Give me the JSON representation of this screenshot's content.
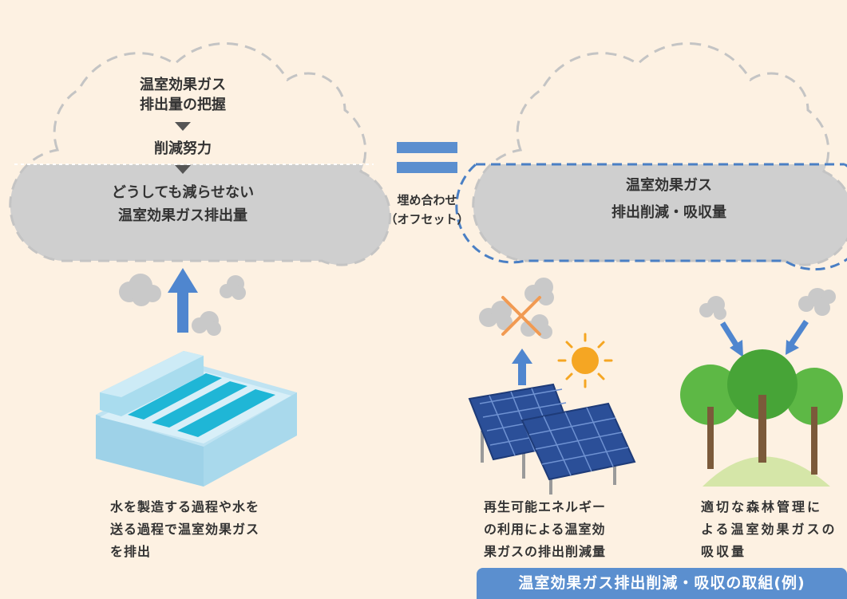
{
  "colors": {
    "background": "#fdf1e2",
    "cloud_fill": "#cfcfcf",
    "cloud_outline": "#c4c4c4",
    "dash_blue": "#4a7fc4",
    "arrow_blue": "#4f86cf",
    "smoke": "#c9c9c9",
    "water": "#1fb6d6",
    "plant": "#bfe3f2",
    "panel": "#2b4f98",
    "sun": "#f5a623",
    "cross": "#f19a52",
    "tree_green": "#5db845",
    "tree_dark": "#47a437",
    "trunk": "#7b5a3a",
    "hill": "#d5e6a8",
    "banner": "#5b8fcf"
  },
  "left_cloud": {
    "line1": "温室効果ガス",
    "line2": "排出量の把握",
    "step": "削減努力",
    "gray_line1": "どうしても減らせない",
    "gray_line2": "温室効果ガス排出量"
  },
  "equals": {
    "label_line1": "埋め合わせ",
    "label_line2": "（オフセット）"
  },
  "right_cloud": {
    "line1": "温室効果ガス",
    "line2": "排出削減・吸収量"
  },
  "captions": {
    "water": [
      "水を製造する過程や水を",
      "送る過程で温室効果ガス",
      "を排出"
    ],
    "solar": [
      "再生可能エネルギー",
      "の利用による温室効",
      "果ガスの排出削減量"
    ],
    "forest": [
      "適切な森林管理に",
      "よる温室効果ガスの",
      "吸収量"
    ]
  },
  "banner": "温室効果ガス排出削減・吸収の取組(例)",
  "icons": [
    "up-arrow-icon",
    "smoke-cloud-icon",
    "water-plant-icon",
    "solar-panel-icon",
    "sun-icon",
    "cross-icon",
    "tree-icon",
    "down-arrow-icon"
  ]
}
